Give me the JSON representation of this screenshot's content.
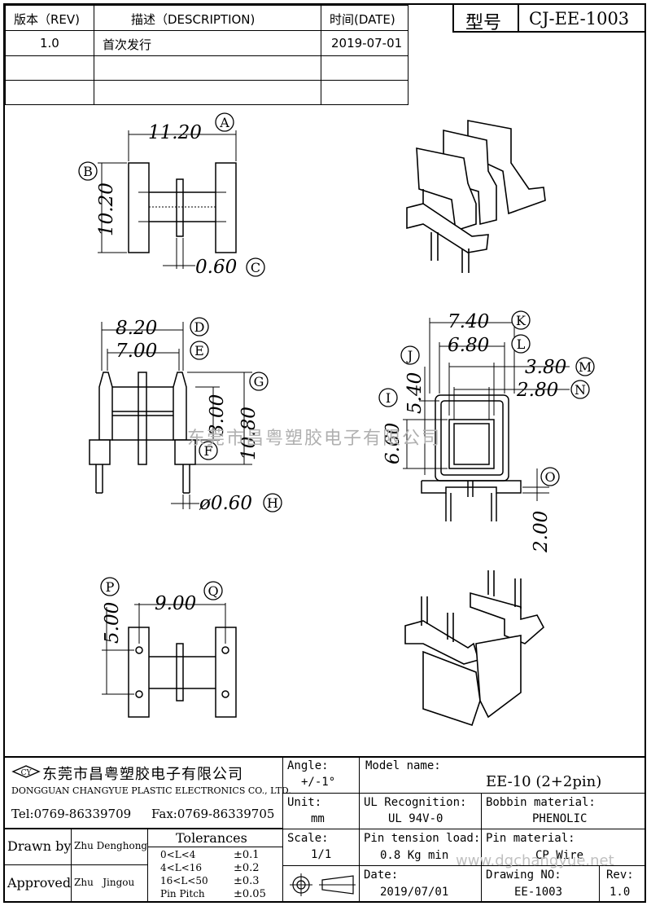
{
  "revision_table": {
    "headers": [
      "版本（REV)",
      "描述（DESCRIPTION)",
      "时间(DATE)"
    ],
    "rows": [
      [
        "1.0",
        "首次发行",
        "2019-07-01"
      ],
      [
        "",
        "",
        ""
      ],
      [
        "",
        "",
        ""
      ]
    ]
  },
  "model_box": {
    "label": "型号",
    "value": "CJ-EE-1003"
  },
  "dimensions": {
    "A": {
      "tag": "A",
      "value": "11.20"
    },
    "B": {
      "tag": "B",
      "value": "10.20"
    },
    "C": {
      "tag": "C",
      "value": "0.60"
    },
    "D": {
      "tag": "D",
      "value": "8.20"
    },
    "E": {
      "tag": "E",
      "value": "7.00"
    },
    "F": {
      "tag": "F",
      "value": "3.00"
    },
    "G": {
      "tag": "G",
      "value": "10.80"
    },
    "H": {
      "tag": "H",
      "value": "ø0.60"
    },
    "I": {
      "tag": "I",
      "value": "6.60"
    },
    "J": {
      "tag": "J",
      "value": "5.40"
    },
    "K": {
      "tag": "K",
      "value": "7.40"
    },
    "L": {
      "tag": "L",
      "value": "6.80"
    },
    "M": {
      "tag": "M",
      "value": "3.80"
    },
    "N": {
      "tag": "N",
      "value": "2.80"
    },
    "O": {
      "tag": "O",
      "value": "2.00"
    },
    "P": {
      "tag": "P",
      "value": "5.00"
    },
    "Q": {
      "tag": "Q",
      "value": "9.00"
    }
  },
  "watermark": "东莞市昌粤塑胶电子有限公司",
  "watermark_url": "www.dgchangyue.net",
  "title_block": {
    "company_cn": "东莞市昌粤塑胶电子有限公司",
    "company_en": "DONGGUAN CHANGYUE PLASTIC ELECTRONICS CO., LTD.",
    "tel": "Tel:0769-86339709",
    "fax": "Fax:0769-86339705",
    "angle_label": "Angle:",
    "angle_value": "+/-1°",
    "unit_label": "Unit:",
    "unit_value": "mm",
    "scale_label": "Scale:",
    "scale_value": "1/1",
    "model_name_label": "Model name:",
    "model_name_value": "EE-10 (2+2pin)",
    "ul_label": "UL Recognition:",
    "ul_value": "UL 94V-0",
    "bobbin_label": "Bobbin material:",
    "bobbin_value": "PHENOLIC",
    "pin_tension_label": "Pin tension load:",
    "pin_tension_value": "0.8 Kg min",
    "pin_material_label": "Pin material:",
    "pin_material_value": "CP Wire",
    "date_label": "Date:",
    "date_value": "2019/07/01",
    "drawing_no_label": "Drawing NO:",
    "drawing_no_value": "EE-1003",
    "rev_label": "Rev:",
    "rev_value": "1.0",
    "drawn_by_label": "Drawn by",
    "drawn_by_value": "Zhu Denghong",
    "approved_label": "Approved",
    "approved_value": "Zhu   Jingou",
    "tolerances_title": "Tolerances",
    "tolerances": [
      {
        "range": "0<L<4",
        "value": "±0.1"
      },
      {
        "range": "4<L<16",
        "value": "±0.2"
      },
      {
        "range": "16<L<50",
        "value": "±0.3"
      },
      {
        "range": "Pin Pitch",
        "value": "±0.05"
      }
    ]
  }
}
